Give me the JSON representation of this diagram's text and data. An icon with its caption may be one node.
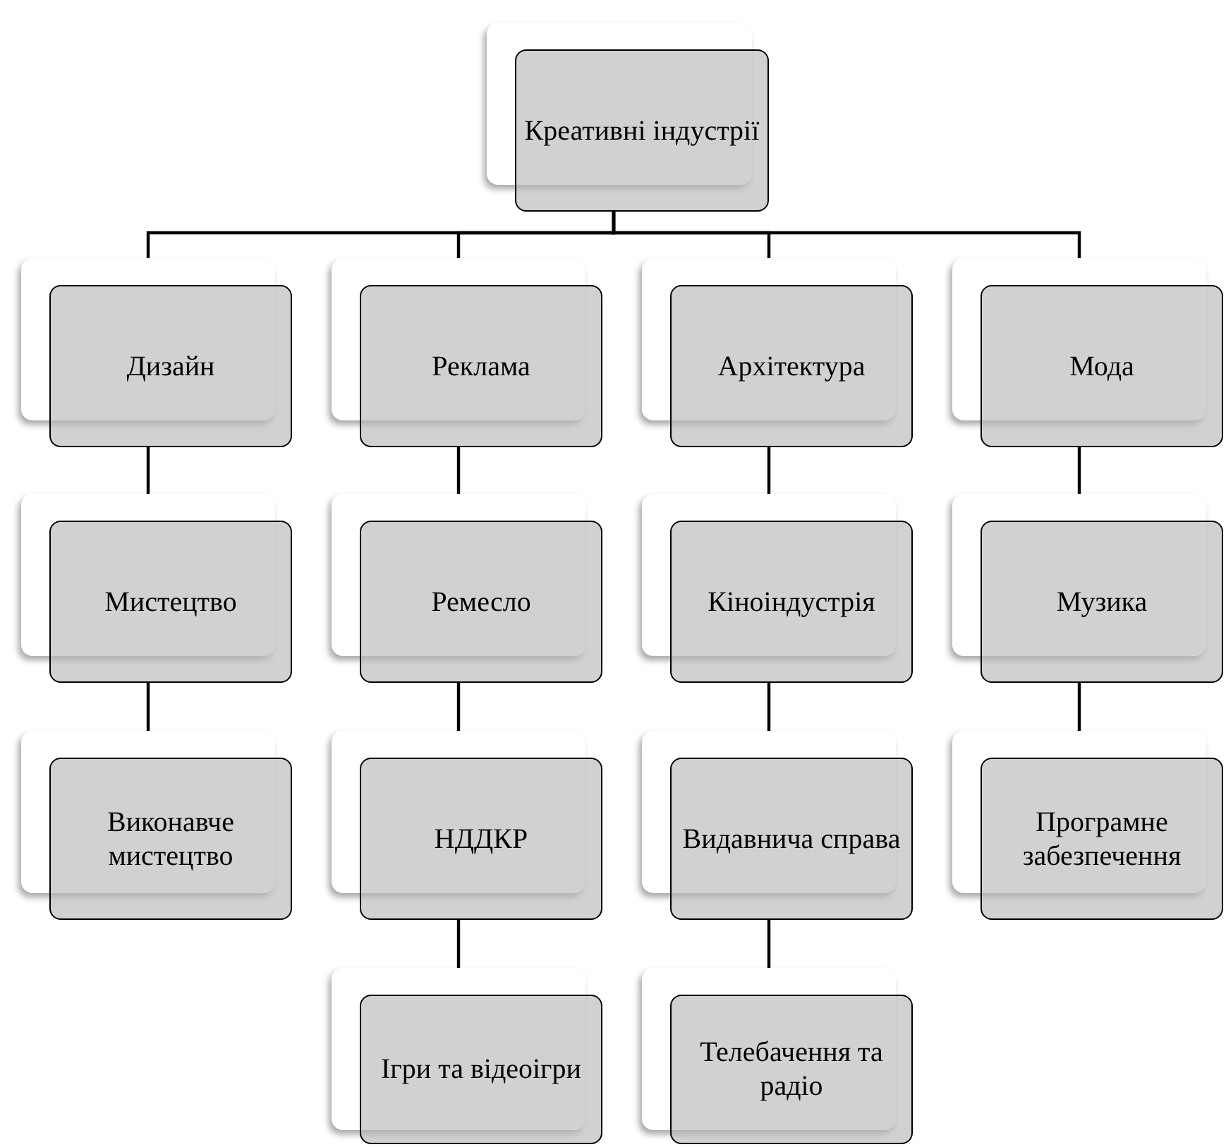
{
  "diagram": {
    "nodes": [
      {
        "text": [
          "Креативні індустрії"
        ]
      },
      {
        "text": [
          "Дизайн"
        ]
      },
      {
        "text": [
          "Реклама"
        ]
      },
      {
        "text": [
          "Архітектура"
        ]
      },
      {
        "text": [
          "Мода"
        ]
      },
      {
        "text": [
          "Мистецтво"
        ]
      },
      {
        "text": [
          "Ремесло"
        ]
      },
      {
        "text": [
          "Кіноіндустрія"
        ]
      },
      {
        "text": [
          "Музика"
        ]
      },
      {
        "text": [
          "Виконавче мистецтво"
        ]
      },
      {
        "text": [
          "НДДКР"
        ]
      },
      {
        "text": [
          "Видавнича справа"
        ]
      },
      {
        "text": [
          "Програмне забезпечення"
        ]
      },
      {
        "text": [
          "Ігри та відеоігри"
        ]
      },
      {
        "text": [
          "Телебачення та радіо"
        ]
      }
    ],
    "edges": [
      {
        "from": 0,
        "to": 1,
        "arrow": "none"
      },
      {
        "from": 0,
        "to": 2,
        "arrow": "none"
      },
      {
        "from": 0,
        "to": 3,
        "arrow": "none"
      },
      {
        "from": 0,
        "to": 4,
        "arrow": "none"
      },
      {
        "from": 1,
        "to": 5,
        "arrow": "none"
      },
      {
        "from": 5,
        "to": 9,
        "arrow": "none"
      },
      {
        "from": 2,
        "to": 6,
        "arrow": "none"
      },
      {
        "from": 6,
        "to": 10,
        "arrow": "none"
      },
      {
        "from": 10,
        "to": 13,
        "arrow": "none"
      },
      {
        "from": 3,
        "to": 7,
        "arrow": "none"
      },
      {
        "from": 7,
        "to": 11,
        "arrow": "none"
      },
      {
        "from": 11,
        "to": 14,
        "arrow": "none"
      },
      {
        "from": 4,
        "to": 8,
        "arrow": "none"
      },
      {
        "from": 8,
        "to": 12,
        "arrow": "none"
      }
    ]
  }
}
